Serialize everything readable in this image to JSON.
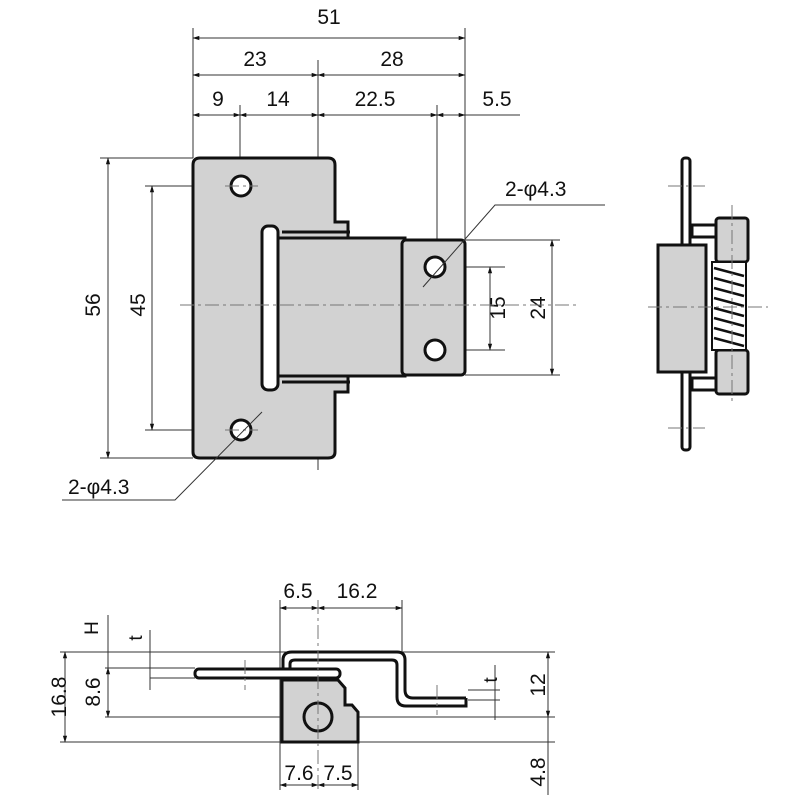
{
  "front_view": {
    "dims_top": {
      "overall": "51",
      "left": "23",
      "right": "28",
      "d9": "9",
      "d14": "14",
      "d22_5": "22.5",
      "d5_5": "5.5"
    },
    "dims_left": {
      "height": "56",
      "hole_pitch": "45"
    },
    "dims_right": {
      "hole_pitch": "15",
      "leaf_height": "24"
    },
    "hole_label_right": "2-φ4.3",
    "hole_label_left": "2-φ4.3"
  },
  "bottom_view": {
    "dims_top": {
      "d6_5": "6.5",
      "d16_2": "16.2"
    },
    "dims_bottom": {
      "d7_6": "7.6",
      "d7_5": "7.5"
    },
    "dims_left": {
      "overall": "16.8",
      "pivot": "8.6",
      "h": "H",
      "t": "t"
    },
    "dims_right": {
      "t": "t",
      "d12": "12",
      "d4_8": "4.8"
    }
  },
  "colors": {
    "part_fill": "#d2d2d2",
    "line": "#111111"
  }
}
